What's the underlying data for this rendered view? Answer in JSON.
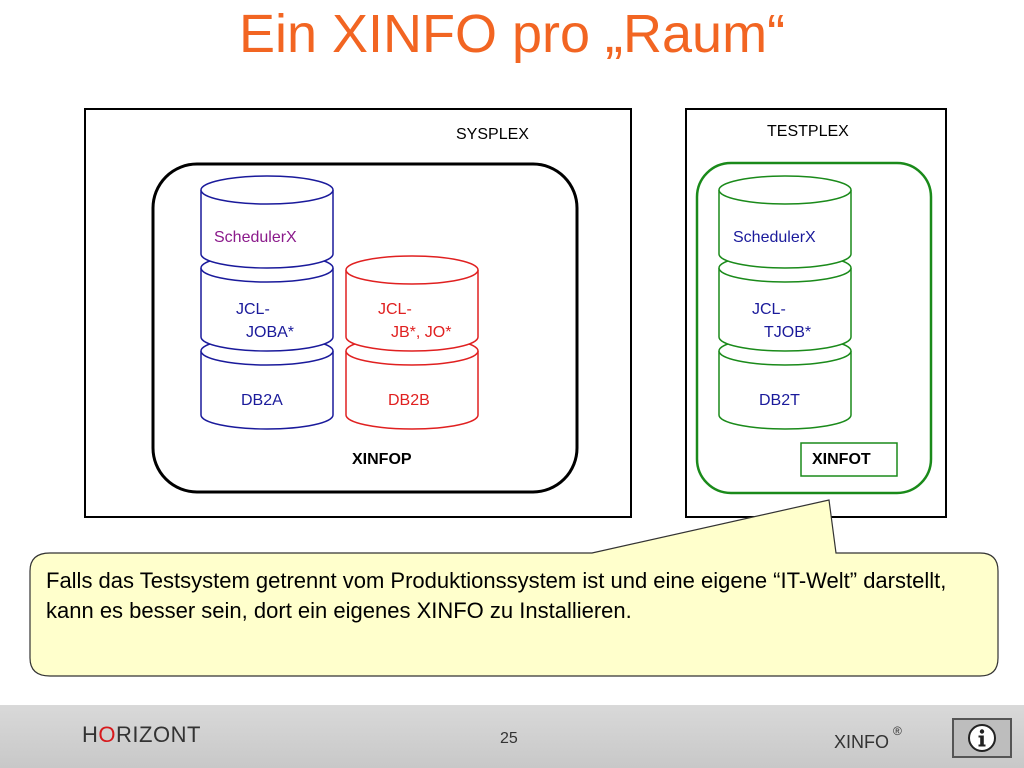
{
  "title": "Ein XINFO pro „Raum“",
  "sysplex": {
    "label": "SYSPLEX",
    "xinfo_label": "XINFOP",
    "stack_a": {
      "scheduler": "SchedulerX",
      "jcl_line1": "JCL-",
      "jcl_line2": "JOBA*",
      "db": "DB2A",
      "scheduler_color": "#8b1a8b",
      "color": "#1a1a9b"
    },
    "stack_b": {
      "jcl_line1": "JCL-",
      "jcl_line2": "JB*, JO*",
      "db": "DB2B",
      "color": "#e02020"
    }
  },
  "testplex": {
    "label": "TESTPLEX",
    "xinfo_label": "XINFOT",
    "stack_t": {
      "scheduler": "SchedulerX",
      "jcl_line1": "JCL-",
      "jcl_line2": "TJOB*",
      "db": "DB2T",
      "color": "#1a8a1a",
      "text_color": "#1a1a9b"
    }
  },
  "callout": {
    "text": "Falls das Testsystem getrennt vom Produktionssystem ist und eine eigene “IT-Welt” darstellt, kann es besser sein, dort ein eigenes XINFO zu Installieren.",
    "fill": "#ffffcc"
  },
  "footer": {
    "brand_first": "H",
    "brand_accent": "O",
    "brand_rest": "RIZONT",
    "page_number": "25",
    "product": "XINFO",
    "registered": "®",
    "info_icon": "info-icon"
  }
}
